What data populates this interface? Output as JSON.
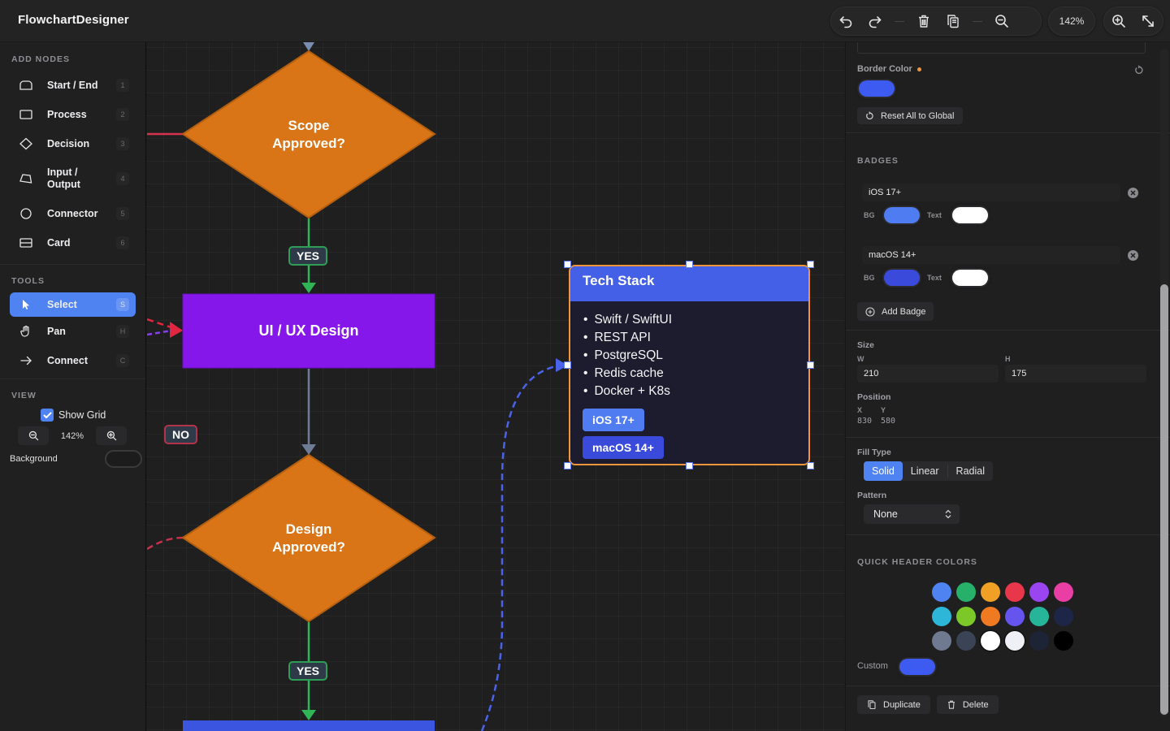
{
  "app": {
    "title": "FlowchartDesigner"
  },
  "toolbar": {
    "undo": "undo-icon",
    "redo": "redo-icon",
    "delete": "trash-icon",
    "duplicate": "copy-icon",
    "zoom_out": "zoom-out-icon",
    "zoom_level": "142%",
    "zoom_in": "zoom-in-icon",
    "fit": "expand-icon"
  },
  "sidebar": {
    "add_nodes_title": "ADD NODES",
    "nodes": [
      {
        "label": "Start / End",
        "key": "1",
        "icon": "rounded-rect-icon"
      },
      {
        "label": "Process",
        "key": "2",
        "icon": "rect-icon"
      },
      {
        "label": "Decision",
        "key": "3",
        "icon": "diamond-icon"
      },
      {
        "label": "Input /\nOutput",
        "key": "4",
        "icon": "parallelogram-icon"
      },
      {
        "label": "Connector",
        "key": "5",
        "icon": "circle-icon"
      },
      {
        "label": "Card",
        "key": "6",
        "icon": "card-icon"
      }
    ],
    "tools_title": "TOOLS",
    "tools": [
      {
        "label": "Select",
        "key": "S",
        "icon": "cursor-icon",
        "active": true
      },
      {
        "label": "Pan",
        "key": "H",
        "icon": "hand-icon",
        "active": false
      },
      {
        "label": "Connect",
        "key": "C",
        "icon": "arrow-right-icon",
        "active": false
      }
    ],
    "view_title": "VIEW",
    "show_grid_label": "Show Grid",
    "show_grid_checked": true,
    "zoom_level": "142%",
    "background_label": "Background",
    "background_color": "#1c1c1d"
  },
  "canvas": {
    "nodes": {
      "scope": {
        "line1": "Scope",
        "line2": "Approved?",
        "color": "#d97517"
      },
      "uiux": {
        "label": "UI / UX Design",
        "color": "#8617eb"
      },
      "design": {
        "line1": "Design",
        "line2": "Approved?",
        "color": "#d97517"
      },
      "next_process_color": "#3b55e0"
    },
    "edge_labels": {
      "yes1": "YES",
      "yes2": "YES",
      "no": "NO"
    },
    "card": {
      "title": "Tech Stack",
      "header_color": "#4360e6",
      "border_color": "#f0953c",
      "items": [
        "Swift / SwiftUI",
        "REST API",
        "PostgreSQL",
        "Redis cache",
        "Docker + K8s"
      ],
      "badges": [
        {
          "label": "iOS 17+",
          "bg": "#4f7cf0",
          "text": "#ffffff"
        },
        {
          "label": "macOS 14+",
          "bg": "#3a4bdc",
          "text": "#ffffff"
        }
      ]
    }
  },
  "panel": {
    "border_color_label": "Border Color",
    "border_color_value": "#3d5bf0",
    "reset_all_label": "Reset All to Global",
    "badges_title": "BADGES",
    "badges": [
      {
        "label": "iOS 17+",
        "bg_label": "BG",
        "bg": "#4f7cf0",
        "text_label": "Text",
        "text": "#ffffff"
      },
      {
        "label": "macOS 14+",
        "bg_label": "BG",
        "bg": "#3a4bdc",
        "text_label": "Text",
        "text": "#ffffff"
      }
    ],
    "add_badge_label": "Add Badge",
    "size_label": "Size",
    "w_label": "W",
    "w_value": "210",
    "h_label": "H",
    "h_value": "175",
    "position_label": "Position",
    "x_label": "X",
    "y_label": "Y",
    "x_value": "830",
    "y_value": "580",
    "fill_type_label": "Fill Type",
    "fill_types": [
      "Solid",
      "Linear",
      "Radial"
    ],
    "fill_type_selected": "Solid",
    "pattern_label": "Pattern",
    "pattern_value": "None",
    "quick_colors_title": "QUICK HEADER COLORS",
    "quick_colors": [
      "#4f83f1",
      "#27b06a",
      "#f0a024",
      "#e8364a",
      "#9b45f0",
      "#e93fa4",
      "#2eb6d9",
      "#7cc829",
      "#f07a22",
      "#6654ee",
      "#27b59a",
      "#1e2648",
      "#6f7a90",
      "#3b4456",
      "#ffffff",
      "#eef0f5",
      "#1c2436",
      "#000000"
    ],
    "custom_label": "Custom",
    "custom_color": "#3d5bf0",
    "duplicate_label": "Duplicate",
    "delete_label": "Delete"
  }
}
